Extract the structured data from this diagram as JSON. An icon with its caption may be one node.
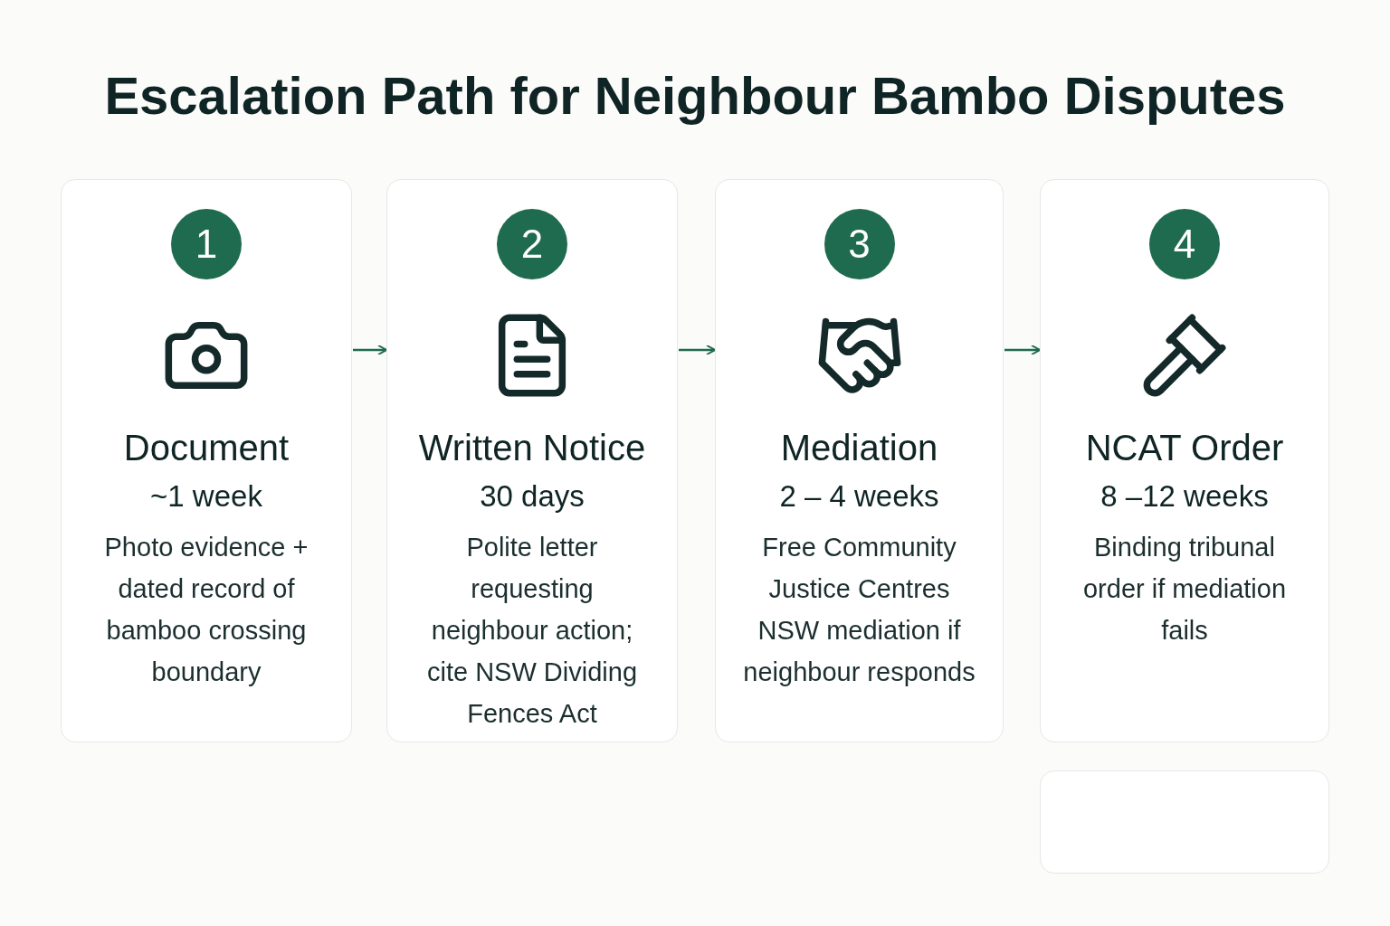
{
  "diagram": {
    "title": "Escalation Path for Neighbour Bambo Disputes",
    "nodes": [
      {
        "text": [
          "1",
          "Document",
          "~1 week",
          "Photo evidence + dated record of bamboo crossing boundary"
        ]
      },
      {
        "text": [
          "2",
          "Written Notice",
          "30 days",
          "Polite letter requesting neighbour action; cite NSW Dividing Fences Act"
        ]
      },
      {
        "text": [
          "3",
          "Mediation",
          "2 – 4 weeks",
          "Free Community Justice Centres NSW mediation if neighbour responds"
        ]
      },
      {
        "text": [
          "4",
          "NCAT Order",
          "8 –12 weeks",
          "Binding tribunal order if mediation fails"
        ]
      },
      {
        "text": [],
        "shape": "box"
      }
    ],
    "edges": [
      {
        "from": 0,
        "to": 1,
        "arrow": "to"
      },
      {
        "from": 1,
        "to": 2,
        "arrow": "to"
      },
      {
        "from": 2,
        "to": 3,
        "arrow": "to"
      }
    ]
  }
}
